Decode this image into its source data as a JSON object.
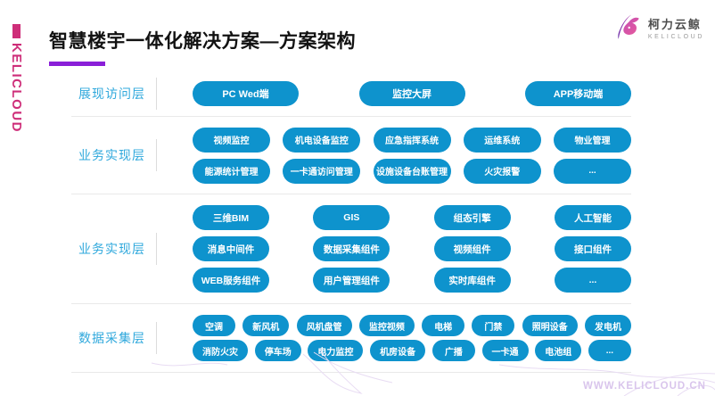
{
  "brand": {
    "vertical_text": "KELICLOUD"
  },
  "header": {
    "title": "智慧楼宇一体化解决方案—方案架构"
  },
  "logo": {
    "cn": "柯力云鲸",
    "en": "KELICLOUD"
  },
  "layers": [
    {
      "label": "展现访问层",
      "rows": [
        [
          "PC Wed端",
          "监控大屏",
          "APP移动端"
        ]
      ]
    },
    {
      "label": "业务实现层",
      "rows": [
        [
          "视频监控",
          "机电设备监控",
          "应急指挥系统",
          "运维系统",
          "物业管理"
        ],
        [
          "能源统计管理",
          "一卡通访问管理",
          "设施设备台账管理",
          "火灾报警",
          "..."
        ]
      ]
    },
    {
      "label": "业务实现层",
      "rows": [
        [
          "三维BIM",
          "GIS",
          "组态引擎",
          "人工智能"
        ],
        [
          "消息中间件",
          "数据采集组件",
          "视频组件",
          "接口组件"
        ],
        [
          "WEB服务组件",
          "用户管理组件",
          "实时库组件",
          "..."
        ]
      ]
    },
    {
      "label": "数据采集层",
      "rows": [
        [
          "空调",
          "新风机",
          "风机盘管",
          "监控视频",
          "电梯",
          "门禁",
          "照明设备",
          "发电机"
        ],
        [
          "消防火灾",
          "停车场",
          "电力监控",
          "机房设备",
          "广播",
          "一卡通",
          "电池组",
          "..."
        ]
      ]
    }
  ],
  "footer": {
    "url": "WWW.KELICLOUD.CN"
  },
  "colors": {
    "pill_blue": "#0e93cd",
    "layer_label_blue": "#2fa8dc",
    "title_accent_purple": "#8a1fd8",
    "brand_pink": "#ce2e79",
    "footer_lavender": "#d9c5ec",
    "divider_gray": "#e9e9e9"
  }
}
